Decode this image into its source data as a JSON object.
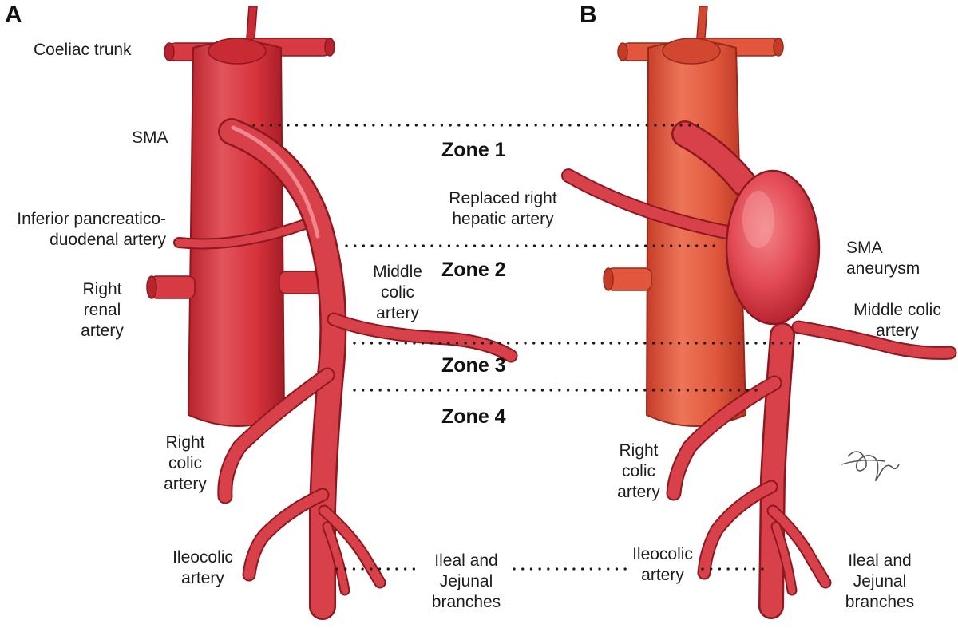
{
  "panels": {
    "a": "A",
    "b": "B"
  },
  "zones": {
    "z1": "Zone 1",
    "z2": "Zone 2",
    "z3": "Zone 3",
    "z4": "Zone 4"
  },
  "labels_a": {
    "coeliac_trunk": "Coeliac trunk",
    "sma": "SMA",
    "inferior_pd": "Inferior pancreatico-\nduodenal artery",
    "right_renal": "Right\nrenal\nartery",
    "middle_colic": "Middle\ncolic\nartery",
    "right_colic": "Right\ncolic\nartery",
    "ileocolic": "Ileocolic\nartery"
  },
  "labels_center": {
    "replaced_rha": "Replaced right\nhepatic artery",
    "ileal_jejunal": "Ileal and\nJejunal\nbranches"
  },
  "labels_b": {
    "sma_aneurysm": "SMA\naneurysm",
    "middle_colic": "Middle colic\nartery",
    "right_colic": "Right\ncolic\nartery",
    "ileocolic": "Ileocolic\nartery",
    "ileal_jejunal": "Ileal and\nJejunal\nbranches"
  },
  "colors": {
    "aorta_a": "#d8343c",
    "aorta_b": "#e0573c",
    "artery": "#d9414a",
    "artery_dark": "#a81d28",
    "highlight": "#f49aa0"
  }
}
